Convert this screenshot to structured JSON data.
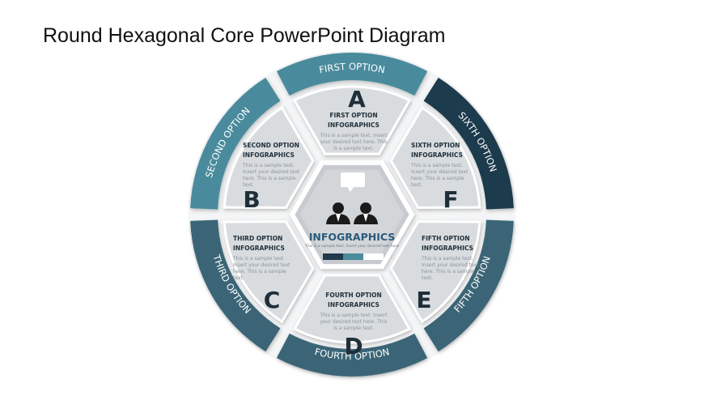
{
  "title": "Round Hexagonal Core PowerPoint Diagram",
  "colors": {
    "teal": "#4a8b9c",
    "slate": "#3b6576",
    "navy": "#1f3a4d",
    "panel": "#d9dcdf",
    "center": "#c7cbcf",
    "ring": "#ffffff"
  },
  "center": {
    "title": "INFOGRAPHICS",
    "subtitle": "This is a sample text. Insert your desired text here",
    "icon": "two-people-icon",
    "bar_colors": [
      "#1f3a4d",
      "#4a8b9c",
      "#ffffff"
    ]
  },
  "options": [
    {
      "key": "first",
      "band_label": "FIRST OPTION",
      "letter": "A",
      "heading": "FIRST OPTION",
      "subheading": "INFOGRAPHICS",
      "body": [
        "This is a sample text. Insert",
        "your desired text here. This",
        "is a sample text."
      ],
      "color": "#4a8b9c"
    },
    {
      "key": "second",
      "band_label": "SECOND OPTION",
      "letter": "B",
      "heading": "SECOND OPTION",
      "subheading": "INFOGRAPHICS",
      "body": [
        "This is a sample text.",
        "Insert your desired text",
        "here. This is a sample",
        "text."
      ],
      "color": "#4a8b9c"
    },
    {
      "key": "third",
      "band_label": "THIRD OPTION",
      "letter": "C",
      "heading": "THIRD OPTION",
      "subheading": "INFOGRAPHICS",
      "body": [
        "This is a sample text.",
        "Insert your desired text",
        "here. This is a sample",
        "text."
      ],
      "color": "#3b6576"
    },
    {
      "key": "fourth",
      "band_label": "FOURTH OPTION",
      "letter": "D",
      "heading": "FOURTH OPTION",
      "subheading": "INFOGRAPHICS",
      "body": [
        "This is a sample text. Insert",
        "your desired text here. This",
        "is a sample text."
      ],
      "color": "#3b6576"
    },
    {
      "key": "fifth",
      "band_label": "FIFTH OPTION",
      "letter": "E",
      "heading": "FIFTH OPTION",
      "subheading": "INFOGRAPHICS",
      "body": [
        "This is a sample text.",
        "Insert your desired text",
        "here. This is a sample",
        "text."
      ],
      "color": "#3b6576"
    },
    {
      "key": "sixth",
      "band_label": "SIXTH OPTION",
      "letter": "F",
      "heading": "SIXTH OPTION",
      "subheading": "INFOGRAPHICS",
      "body": [
        "This is a sample text.",
        "Insert your desired text",
        "here. This is a sample",
        "text."
      ],
      "color": "#1f3a4d"
    }
  ]
}
